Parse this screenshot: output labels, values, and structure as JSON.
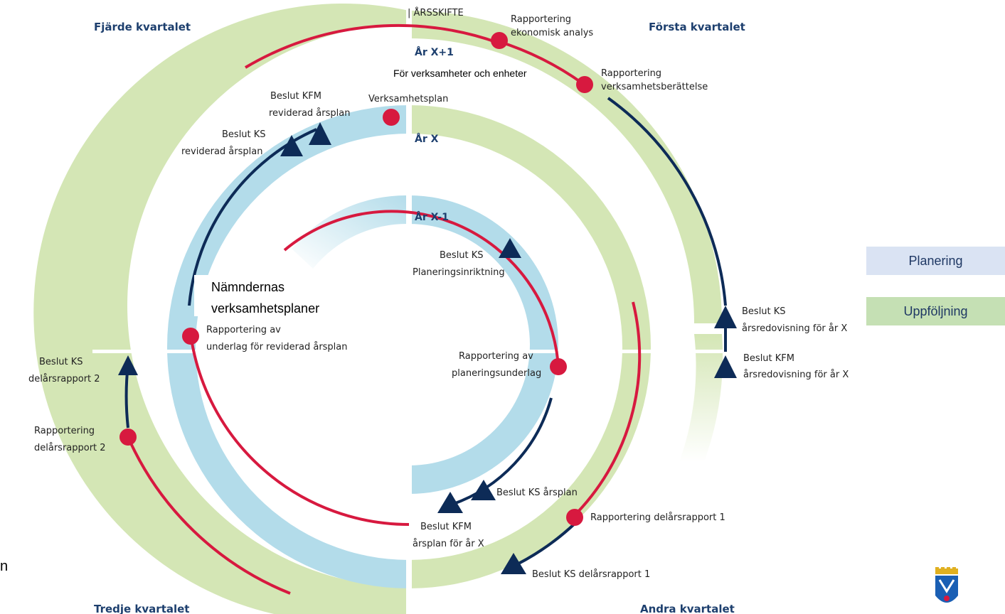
{
  "quarters": {
    "q4": "Fjärde kvartalet",
    "q1": "Första kvartalet",
    "q3": "Tredje kvartalet",
    "q2": "Andra kvartalet"
  },
  "year_shift": "| ÅRSSKIFTE",
  "years": {
    "outer": "År X+1",
    "middle": "År X",
    "inner": "År X-1"
  },
  "events": {
    "rap_ek_1": "Rapportering",
    "rap_ek_2": "ekonomisk analys",
    "verksamheter": "För verksamheter och enheter",
    "rap_vb_1": "Rapportering",
    "rap_vb_2": "verksamhetsberättelse",
    "verksamhetsplan": "Verksamhetsplan",
    "kfm_rev_1": "Beslut KFM",
    "kfm_rev_2": "reviderad årsplan",
    "ks_rev_1": "Beslut KS",
    "ks_rev_2": "reviderad årsplan",
    "ks_plan_1": "Beslut KS",
    "ks_plan_2": "Planeringsinriktning",
    "namnd_1": "Nämndernas",
    "namnd_2": "verksamhetsplaner",
    "rap_underlag_1": "Rapportering av",
    "rap_underlag_2": "underlag för reviderad årsplan",
    "ks_ars_1": "Beslut KS",
    "ks_ars_2": "årsredovisning för år X",
    "kfm_ars_1": "Beslut KFM",
    "kfm_ars_2": "årsredovisning för år X",
    "ks_del2_1": "Beslut KS",
    "ks_del2_2": "delårsrapport 2",
    "rap_pu_1": "Rapportering av",
    "rap_pu_2": "planeringsunderlag",
    "rap_del2_1": "Rapportering",
    "rap_del2_2": "delårsrapport 2",
    "ks_arsplan": "Beslut KS årsplan",
    "rap_del1": "Rapportering delårsrapport 1",
    "kfm_arsplan_1": "Beslut KFM",
    "kfm_arsplan_2": "årsplan för år X",
    "ks_del1": "Beslut KS delårsrapport 1"
  },
  "legend": {
    "planning": "Planering",
    "follow_up": "Uppföljning"
  },
  "stray_text": "n",
  "colors": {
    "green_band": "#d4e6b5",
    "blue_band": "#b3dcea",
    "red": "#d7193f",
    "navy": "#0d2b57",
    "title": "#1d3f6e"
  },
  "icons": {
    "milestone_report": "red-circle-icon",
    "milestone_decision": "navy-triangle-icon",
    "logo": "municipal-crest-icon"
  }
}
